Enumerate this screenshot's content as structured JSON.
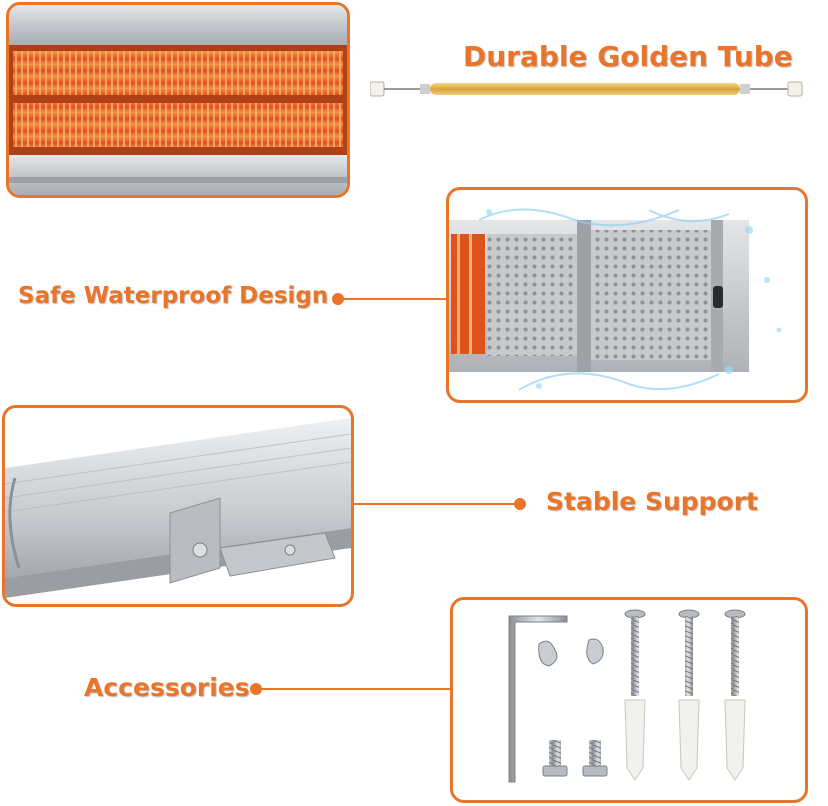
{
  "features": {
    "tube": {
      "label": "Durable Golden Tube"
    },
    "waterproof": {
      "label": "Safe Waterproof Design"
    },
    "support": {
      "label": "Stable Support"
    },
    "accessories": {
      "label": "Accessories"
    }
  },
  "colors": {
    "accent": "#e8752a",
    "heating_element": "#e3541a",
    "aluminium": "#c9ccd0",
    "golden_tube": "#e2b64a"
  },
  "icons": [
    "heating-element-photo",
    "golden-tube-illustration",
    "waterproof-heater-photo",
    "bracket-support-photo",
    "allen-key-icon",
    "wing-nut-icon",
    "bolt-icon",
    "screw-icon",
    "wall-anchor-icon"
  ]
}
